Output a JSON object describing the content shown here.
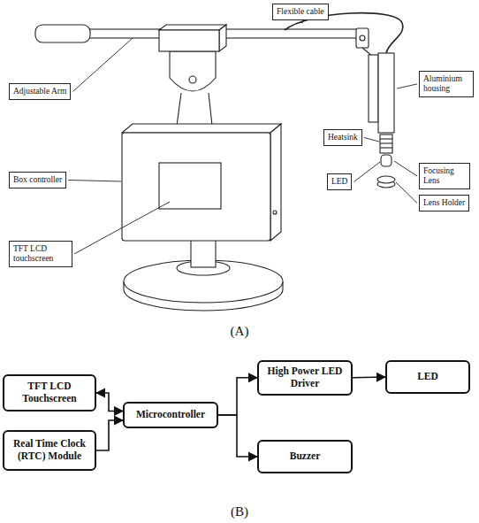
{
  "diagram": {
    "nodes": [
      {
        "text": [
          "Flexible cable"
        ]
      },
      {
        "text": [
          "Adjustable Arm"
        ]
      },
      {
        "text": [
          "Aluminium housing"
        ]
      },
      {
        "text": [
          "Heatsink"
        ]
      },
      {
        "text": [
          "Focusing Lens"
        ]
      },
      {
        "text": [
          "LED"
        ]
      },
      {
        "text": [
          "Box controller"
        ]
      },
      {
        "text": [
          "Lens Holder"
        ]
      },
      {
        "text": [
          "TFT LCD touchscreen"
        ]
      },
      {
        "text": [
          "TFT LCD Touchscreen"
        ]
      },
      {
        "text": [
          "Real Time Clock (RTC) Module"
        ]
      },
      {
        "text": [
          "Microcontroller"
        ]
      },
      {
        "text": [
          "High Power LED Driver"
        ]
      },
      {
        "text": [
          "LED"
        ]
      },
      {
        "text": [
          "Buzzer"
        ]
      }
    ],
    "edges": [
      {
        "from": 9,
        "to": 11,
        "arrow": "both"
      },
      {
        "from": 10,
        "to": 11,
        "arrow": "to"
      },
      {
        "from": 11,
        "to": 12,
        "arrow": "to"
      },
      {
        "from": 11,
        "to": 14,
        "arrow": "to"
      },
      {
        "from": 12,
        "to": 13,
        "arrow": "to"
      }
    ],
    "labels": [
      "(A)",
      "(B)"
    ]
  }
}
